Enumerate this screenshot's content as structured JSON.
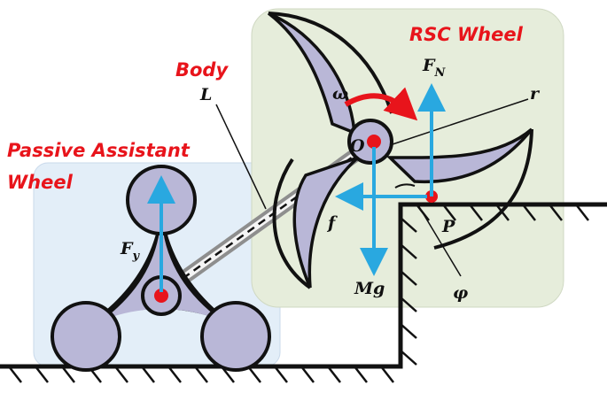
{
  "labels": {
    "rsc_wheel": "RSC Wheel",
    "body": "Body",
    "body_length": "L",
    "passive_wheel_line1": "Passive Assistant",
    "passive_wheel_line2": "Wheel",
    "omega": "ω",
    "fn_main": "F",
    "fn_sub": "N",
    "radius": "r",
    "center": "O",
    "friction": "f",
    "contact_point": "P",
    "weight": "Mg",
    "angle": "φ",
    "fy_main": "F",
    "fy_sub": "y"
  },
  "colors": {
    "label_red": "#e8141b",
    "force_arrow": "#29a8e0",
    "wheel_fill": "#b9b7d7",
    "passive_box": "#e3eef8",
    "rsc_box": "#e6eddb",
    "contact_dot": "#e8141b",
    "ground": "#111111"
  }
}
